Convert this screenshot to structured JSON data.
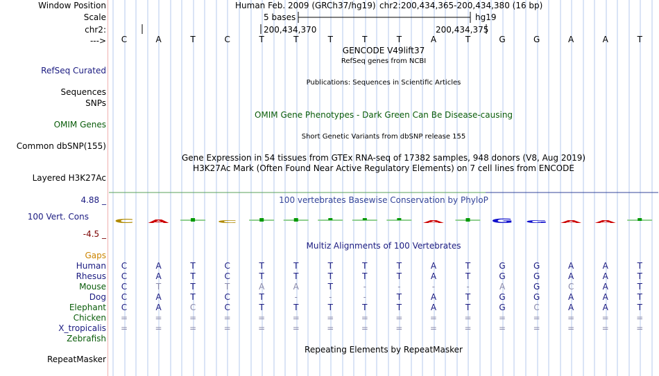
{
  "colors": {
    "navy": "#1a1a80",
    "dark_green": "#0a5c0a",
    "maroon": "#7a0000",
    "orange": "#cc8400",
    "phylop_blue": "#334499",
    "base_faint": "#8888aa",
    "grid": "#b4c8ec"
  },
  "header": {
    "window_position_label": "Window Position",
    "assembly": "Human Feb. 2009 (GRCh37/hg19)",
    "position": "chr2:200,434,365-200,434,380 (16 bp)",
    "scale_label": "Scale",
    "scale_size": "5 bases",
    "scale_db": "hg19",
    "chrom_label": "chr2:",
    "tick_left": "200,434,370",
    "tick_right": "200,434,375",
    "strand_label": "--->",
    "bases": [
      "C",
      "A",
      "T",
      "C",
      "T",
      "T",
      "T",
      "T",
      "T",
      "A",
      "T",
      "G",
      "G",
      "A",
      "A",
      "T"
    ]
  },
  "tracks": {
    "gencode": "GENCODE V49lift37",
    "refseq_sub": "RefSeq genes from NCBI",
    "refseq_label": "RefSeq Curated",
    "publications": "Publications: Sequences in Scientific Articles",
    "sequences_label": "Sequences",
    "snps_label": "SNPs",
    "omim_title": "OMIM Gene Phenotypes - Dark Green Can Be Disease-causing",
    "omim_label": "OMIM Genes",
    "dbsnp_title": "Short Genetic Variants from dbSNP release 155",
    "dbsnp_label": "Common dbSNP(155)",
    "gtex_title": "Gene Expression in 54 tissues from GTEx RNA-seq of 17382 samples, 948 donors (V8, Aug 2019)",
    "h3k27ac_title": "H3K27Ac Mark (Often Found Near Active Regulatory Elements) on 7 cell lines from ENCODE",
    "h3k27ac_label": "Layered H3K27Ac",
    "cons_max": "4.88 _",
    "phylop_title": "100 vertebrates Basewise Conservation by PhyloP",
    "cons_label": "100 Vert. Cons",
    "cons_min": "-4.5 _",
    "multiz_title": "Multiz Alignments of 100 Vertebrates",
    "gaps_label": "Gaps",
    "repeat_title": "Repeating Elements by RepeatMasker",
    "repeat_label": "RepeatMasker"
  },
  "species": [
    {
      "name": "Human",
      "color": "#1a1a80",
      "bases": [
        "C",
        "A",
        "T",
        "C",
        "T",
        "T",
        "T",
        "T",
        "T",
        "A",
        "T",
        "G",
        "G",
        "A",
        "A",
        "T"
      ],
      "faint": []
    },
    {
      "name": "Rhesus",
      "color": "#1a1a80",
      "bases": [
        "C",
        "A",
        "T",
        "C",
        "T",
        "T",
        "T",
        "T",
        "T",
        "A",
        "T",
        "G",
        "G",
        "A",
        "A",
        "T"
      ],
      "faint": []
    },
    {
      "name": "Mouse",
      "color": "#0a5c0a",
      "bases": [
        "C",
        "T",
        "T",
        "T",
        "A",
        "A",
        "T",
        "-",
        "-",
        "-",
        "-",
        "A",
        "G",
        "C",
        "A",
        "T"
      ],
      "faint": [
        1,
        3,
        4,
        5,
        7,
        8,
        9,
        10,
        11,
        13
      ]
    },
    {
      "name": "Dog",
      "color": "#1a1a80",
      "bases": [
        "C",
        "A",
        "T",
        "C",
        "T",
        "-",
        "-",
        "-",
        "T",
        "A",
        "T",
        "G",
        "G",
        "A",
        "A",
        "T"
      ],
      "faint": [
        5,
        6,
        7
      ]
    },
    {
      "name": "Elephant",
      "color": "#0a5c0a",
      "bases": [
        "C",
        "A",
        "C",
        "C",
        "T",
        "T",
        "T",
        "T",
        "T",
        "A",
        "T",
        "G",
        "C",
        "A",
        "A",
        "T"
      ],
      "faint": [
        2,
        12
      ]
    },
    {
      "name": "Chicken",
      "color": "#0a5c0a",
      "bases": [
        "=",
        "=",
        "=",
        "=",
        "=",
        "=",
        "=",
        "=",
        "=",
        "=",
        "=",
        "=",
        "=",
        "=",
        "=",
        "="
      ],
      "faint": [
        0,
        1,
        2,
        3,
        4,
        5,
        6,
        7,
        8,
        9,
        10,
        11,
        12,
        13,
        14,
        15
      ]
    },
    {
      "name": "X_tropicalis",
      "color": "#1a1a80",
      "bases": [
        "=",
        "=",
        "=",
        "=",
        "=",
        "=",
        "=",
        "=",
        "=",
        "=",
        "=",
        "=",
        "=",
        "=",
        "=",
        "="
      ],
      "faint": [
        0,
        1,
        2,
        3,
        4,
        5,
        6,
        7,
        8,
        9,
        10,
        11,
        12,
        13,
        14,
        15
      ]
    },
    {
      "name": "Zebrafish",
      "color": "#0a5c0a",
      "bases": [],
      "faint": []
    }
  ],
  "phylop_logo": [
    "C",
    "A",
    "T",
    "C",
    "T",
    "T",
    "T",
    "T",
    "T",
    "A",
    "T",
    "G",
    "G",
    "A",
    "A",
    "T"
  ]
}
